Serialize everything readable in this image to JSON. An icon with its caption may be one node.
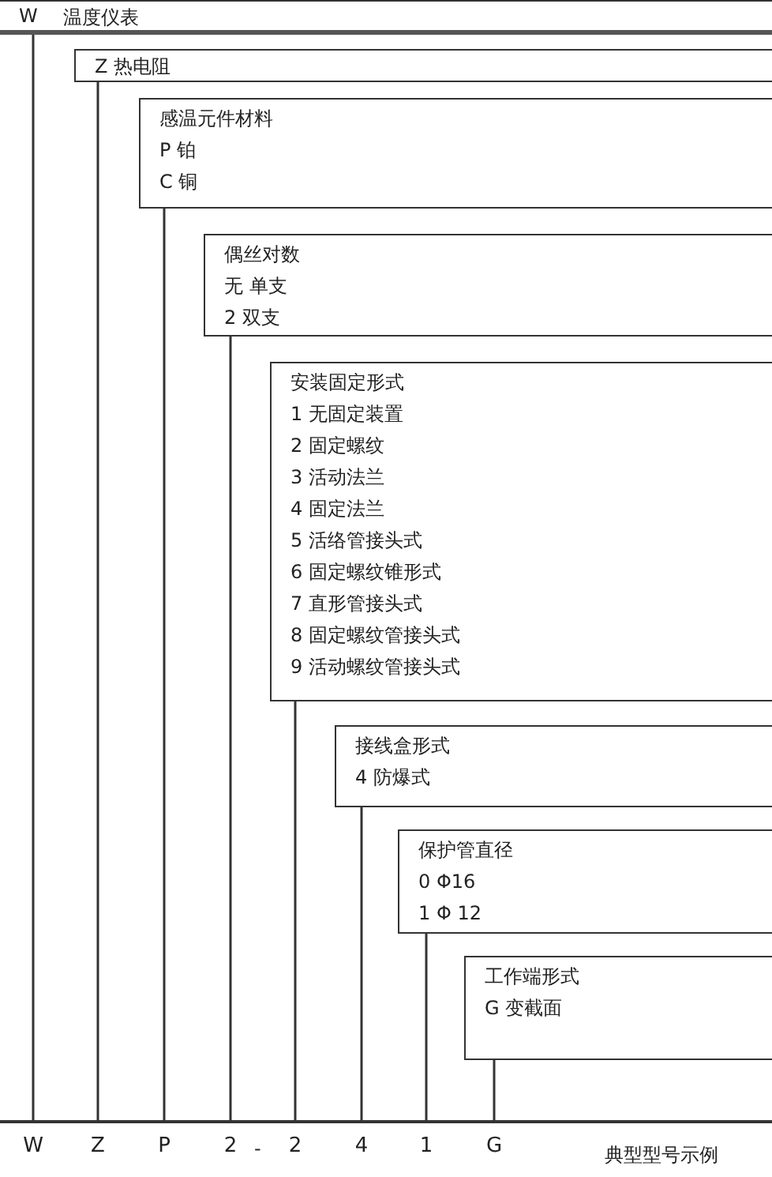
{
  "diagram": {
    "nodes": [
      {
        "text": [
          "W",
          "温度仪表"
        ]
      },
      {
        "text": [
          "Z 热电阻"
        ]
      },
      {
        "text": [
          "感温元件材料",
          "P 铂",
          "C 铜"
        ]
      },
      {
        "text": [
          "偶丝对数",
          "无 单支",
          "2 双支"
        ]
      },
      {
        "text": [
          "安装固定形式",
          "1 无固定装置",
          "2 固定螺纹",
          "3 活动法兰",
          "4 固定法兰",
          "5 活络管接头式",
          "6 固定螺纹锥形式",
          "7 直形管接头式",
          "8 固定螺纹管接头式",
          "9 活动螺纹管接头式"
        ]
      },
      {
        "text": [
          "接线盒形式",
          "4 防爆式"
        ]
      },
      {
        "text": [
          "保护管直径",
          "0 Φ16",
          "1 Φ 12"
        ]
      },
      {
        "text": [
          "工作端形式",
          "G 变截面"
        ]
      },
      {
        "text": [
          "W"
        ]
      },
      {
        "text": [
          "Z"
        ]
      },
      {
        "text": [
          "P"
        ]
      },
      {
        "text": [
          "2"
        ]
      },
      {
        "text": [
          "2"
        ]
      },
      {
        "text": [
          "4"
        ]
      },
      {
        "text": [
          "1"
        ]
      },
      {
        "text": [
          "G"
        ]
      }
    ],
    "edges": [
      {
        "from": 0,
        "to": 8,
        "arrow": "none"
      },
      {
        "from": 1,
        "to": 9,
        "arrow": "none"
      },
      {
        "from": 2,
        "to": 10,
        "arrow": "none"
      },
      {
        "from": 3,
        "to": 11,
        "arrow": "none"
      },
      {
        "from": 4,
        "to": 12,
        "arrow": "none"
      },
      {
        "from": 5,
        "to": 13,
        "arrow": "none"
      },
      {
        "from": 6,
        "to": 14,
        "arrow": "none"
      },
      {
        "from": 7,
        "to": 15,
        "arrow": "none"
      }
    ],
    "labels": [
      "-",
      "典型型号示例"
    ]
  }
}
